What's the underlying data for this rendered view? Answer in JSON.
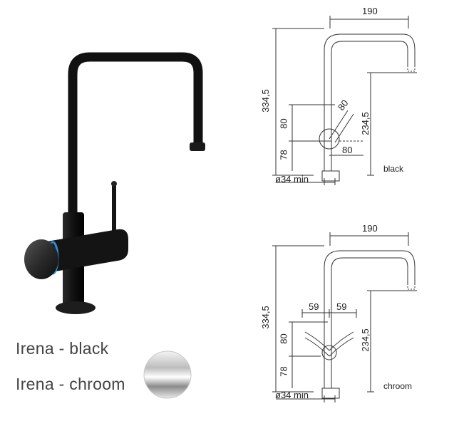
{
  "products": [
    {
      "name": "Irena - black"
    },
    {
      "name": "Irena - chroom"
    }
  ],
  "drawings": [
    {
      "finish": "black",
      "width": "190",
      "total_height": "334,5",
      "spout_height": "234,5",
      "upper_height": "80",
      "lower_height": "78",
      "handle_offset": "80",
      "handle_angle": "80",
      "base": "ø34 min"
    },
    {
      "finish": "chroom",
      "width": "190",
      "total_height": "334,5",
      "spout_height": "234,5",
      "upper_height": "80",
      "lower_height": "78",
      "handle_left": "59",
      "handle_right": "59",
      "base": "ø34 min"
    }
  ]
}
